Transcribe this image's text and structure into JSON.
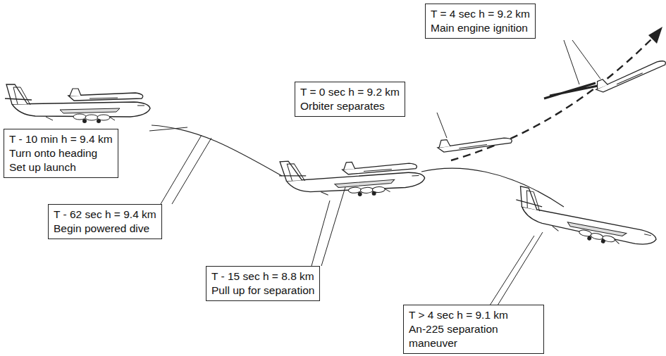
{
  "diagram": {
    "nodes": [
      {
        "text": [
          "T - 10 min h = 9.4 km",
          "Turn onto heading",
          "Set up launch"
        ]
      },
      {
        "text": [
          "T - 62 sec h = 9.4 km",
          "Begin powered dive"
        ]
      },
      {
        "text": [
          "T - 15 sec h = 8.8 km",
          "Pull up for separation"
        ]
      },
      {
        "text": [
          "T = 0 sec h = 9.2 km",
          "Orbiter separates"
        ]
      },
      {
        "text": [
          "T = 4 sec h = 9.2 km",
          "Main engine ignition"
        ]
      },
      {
        "text": [
          "T > 4 sec h = 9.1 km",
          "An-225 separation maneuver"
        ]
      }
    ]
  }
}
